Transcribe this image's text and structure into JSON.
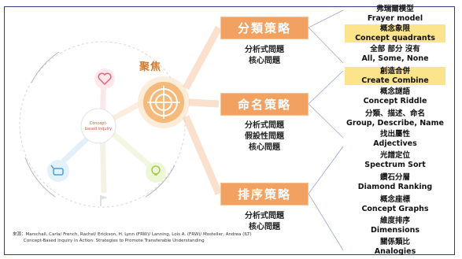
{
  "focus": {
    "label": "聚焦"
  },
  "center": {
    "title": "Concept-\nbased inquiry"
  },
  "strategies": [
    {
      "name": "分類策略",
      "questions": [
        "分析式問題",
        "核心問題"
      ]
    },
    {
      "name": "命名策略",
      "questions": [
        "分析式問題",
        "假設性問題",
        "核心問題"
      ]
    },
    {
      "name": "排序策略",
      "questions": [
        "分析式問題",
        "核心問題"
      ]
    }
  ],
  "items": [
    {
      "zh": "弗瑞爾模型",
      "en": "Frayer model",
      "highlight": false
    },
    {
      "zh": "概念象限",
      "en": "Concept quadrants",
      "highlight": true
    },
    {
      "zh": "全部 部分 沒有",
      "en": "All, Some, None",
      "highlight": false
    },
    {
      "zh": "創造合併",
      "en": "Create Combine",
      "highlight": true
    },
    {
      "zh": "概念謎語",
      "en": "Concept Riddle",
      "highlight": false
    },
    {
      "zh": "分類、描述、命名",
      "en": "Group, Describe, Name",
      "highlight": false
    },
    {
      "zh": "找出屬性",
      "en": "Adjectives",
      "highlight": false
    },
    {
      "zh": "光譜定位",
      "en": "Spectrum Sort",
      "highlight": false
    },
    {
      "zh": "鑽石分層",
      "en": "Diamond Ranking",
      "highlight": false
    },
    {
      "zh": "概念座標",
      "en": "Concept Graphs",
      "highlight": false
    },
    {
      "zh": "維度排序",
      "en": "Dimensions",
      "highlight": false
    },
    {
      "zh": "關係類比",
      "en": "Analogies",
      "highlight": false
    }
  ],
  "source": {
    "line1": "來源：Marschall, Carla/ French, Rachel/ Erickson, H. Lynn (FRW)/ Lanning, Lois A. (FRW)/ Mosteller, Andrea (ILT)",
    "line2": "Concept-Based Inquiry in Action: Strategies to Promote Transferable Understanding"
  },
  "colors": {
    "accent_orange": "#f2a160",
    "highlight_yellow": "#fbe489",
    "frame_blue": "#2d3c86",
    "phase_pink": "#e8607a",
    "phase_blue": "#4aa0d8",
    "phase_green": "#a6c84a"
  },
  "icons": [
    "target-icon",
    "heart-icon",
    "hand-icon",
    "lightbulb-icon",
    "flag-icon"
  ]
}
